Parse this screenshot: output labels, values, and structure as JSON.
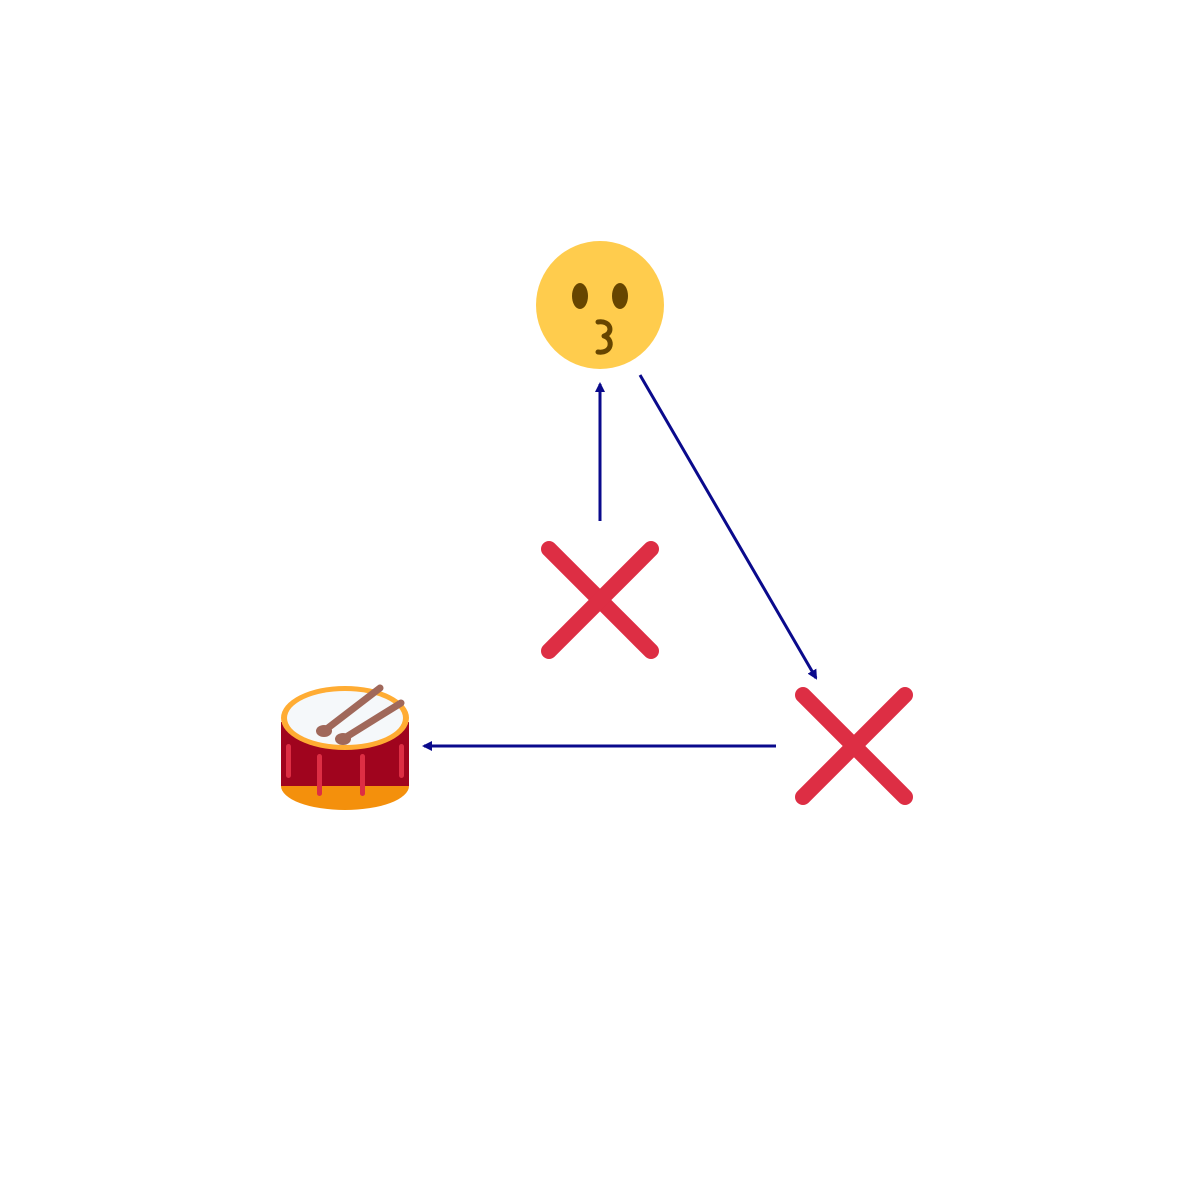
{
  "diagram": {
    "nodes": [
      {
        "id": "kiss-face",
        "icon": "kissing-face-icon"
      },
      {
        "id": "cross-center",
        "icon": "cross-mark-icon"
      },
      {
        "id": "cross-right",
        "icon": "cross-mark-icon"
      },
      {
        "id": "drum",
        "icon": "drum-icon"
      }
    ],
    "edges": [
      {
        "from": "cross-center",
        "to": "kiss-face"
      },
      {
        "from": "kiss-face",
        "to": "cross-right"
      },
      {
        "from": "cross-right",
        "to": "drum"
      }
    ]
  },
  "colors": {
    "arrow": "#0a0a8c",
    "face": "#ffcc4d",
    "face_features": "#664500",
    "cross": "#dd2e44",
    "drum_body": "#a0041e",
    "drum_stripes": "#dd2e44",
    "drum_rim": "#f4900c",
    "drum_rim_light": "#ffac33",
    "drum_head": "#f5f8fa",
    "drum_sticks": "#a0685a"
  }
}
